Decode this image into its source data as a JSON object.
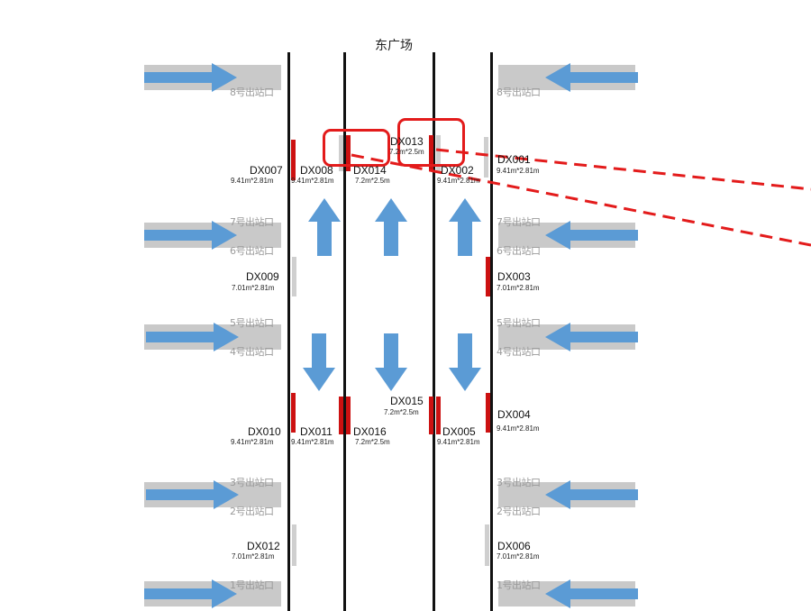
{
  "title": "东广场",
  "exits": [
    "8号出站口",
    "7号出站口",
    "6号出站口",
    "5号出站口",
    "4号出站口",
    "3号出站口",
    "2号出站口",
    "1号出站口"
  ],
  "spots": {
    "DX001": {
      "id": "DX001",
      "dim": "9.41m*2.81m"
    },
    "DX002": {
      "id": "DX002",
      "dim": "9.41m*2.81m"
    },
    "DX003": {
      "id": "DX003",
      "dim": "7.01m*2.81m"
    },
    "DX004": {
      "id": "DX004",
      "dim": "9.41m*2.81m"
    },
    "DX005": {
      "id": "DX005",
      "dim": "9.41m*2.81m"
    },
    "DX006": {
      "id": "DX006",
      "dim": "7.01m*2.81m"
    },
    "DX007": {
      "id": "DX007",
      "dim": "9.41m*2.81m"
    },
    "DX008": {
      "id": "DX008",
      "dim": "9.41m*2.81m"
    },
    "DX009": {
      "id": "DX009",
      "dim": "7.01m*2.81m"
    },
    "DX010": {
      "id": "DX010",
      "dim": "9.41m*2.81m"
    },
    "DX011": {
      "id": "DX011",
      "dim": "9.41m*2.81m"
    },
    "DX012": {
      "id": "DX012",
      "dim": "7.01m*2.81m"
    },
    "DX013": {
      "id": "DX013",
      "dim": "7.2m*2.5m"
    },
    "DX014": {
      "id": "DX014",
      "dim": "7.2m*2.5m"
    },
    "DX015": {
      "id": "DX015",
      "dim": "7.2m*2.5m"
    },
    "DX016": {
      "id": "DX016",
      "dim": "7.2m*2.5m"
    }
  },
  "colors": {
    "highlight": "#e31b1b",
    "panel_active": "#cc1111",
    "panel_inactive": "#cfcfcf",
    "arrow": "#5b9bd5",
    "exit_bar": "#c9c9c9"
  }
}
